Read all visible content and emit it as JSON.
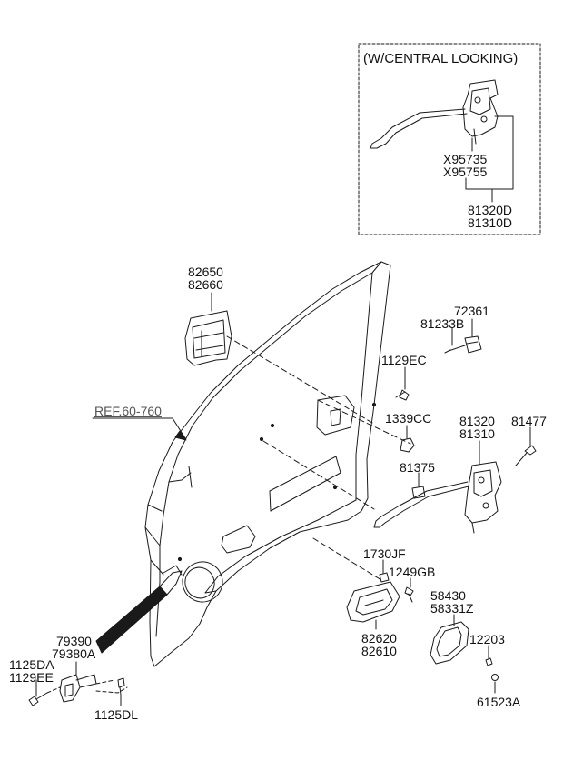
{
  "inset": {
    "title": "(W/CENTRAL LOOKING)",
    "part_top_a": "X95735",
    "part_top_b": "X95755",
    "part_bot_a": "81320D",
    "part_bot_b": "81310D"
  },
  "labels": {
    "outside_handle_a": "82650",
    "outside_handle_b": "82660",
    "ref": "REF.60-760",
    "striker_a": "72361",
    "striker_b": "81233B",
    "bolt_1129ec": "1129EC",
    "nut_1339cc": "1339CC",
    "latch_a": "81320",
    "latch_b": "81310",
    "screw_81477": "81477",
    "clip_81375": "81375",
    "screw_1730jf": "1730JF",
    "bolt_1249gb": "1249GB",
    "bezel_a": "58430",
    "bezel_b": "58331Z",
    "inside_handle_a": "82620",
    "inside_handle_b": "82610",
    "screw_12203": "12203",
    "cap_61523a": "61523A",
    "checker_a": "79390",
    "checker_b": "79380A",
    "bolt_1125da": "1125DA",
    "bolt_1129ee": "1129EE",
    "bolt_1125dl": "1125DL"
  },
  "colors": {
    "line": "#1a1a1a",
    "text": "#111111",
    "ref": "#555555"
  }
}
